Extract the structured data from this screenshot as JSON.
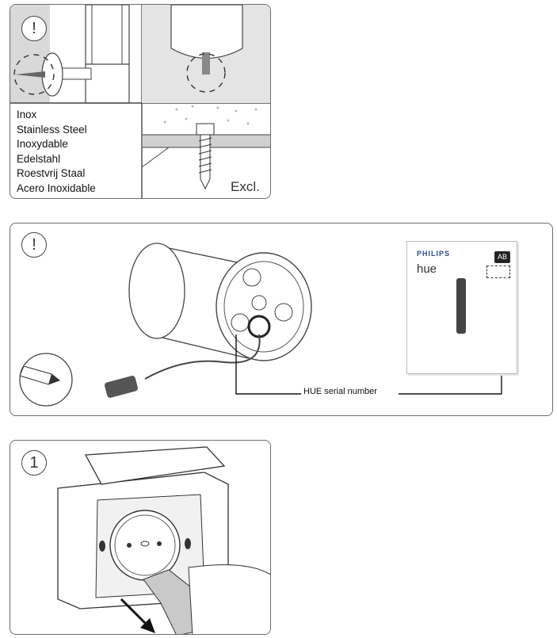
{
  "panel1": {
    "badge": "!",
    "materials": [
      "Inox",
      "Stainless Steel",
      "Inoxydable",
      "Edelstahl",
      "Roestvrij Staal",
      "Acero Inoxidable"
    ],
    "excl_label": "Excl."
  },
  "panel2": {
    "badge": "!",
    "serial_label": "HUE serial number",
    "booklet": {
      "brand": "PHILIPS",
      "product": "hue",
      "badge": "AB"
    }
  },
  "panel3": {
    "badge": "1"
  },
  "icons": [
    "warning-icon",
    "pencil-icon",
    "screw-icon",
    "arrow-icon"
  ]
}
